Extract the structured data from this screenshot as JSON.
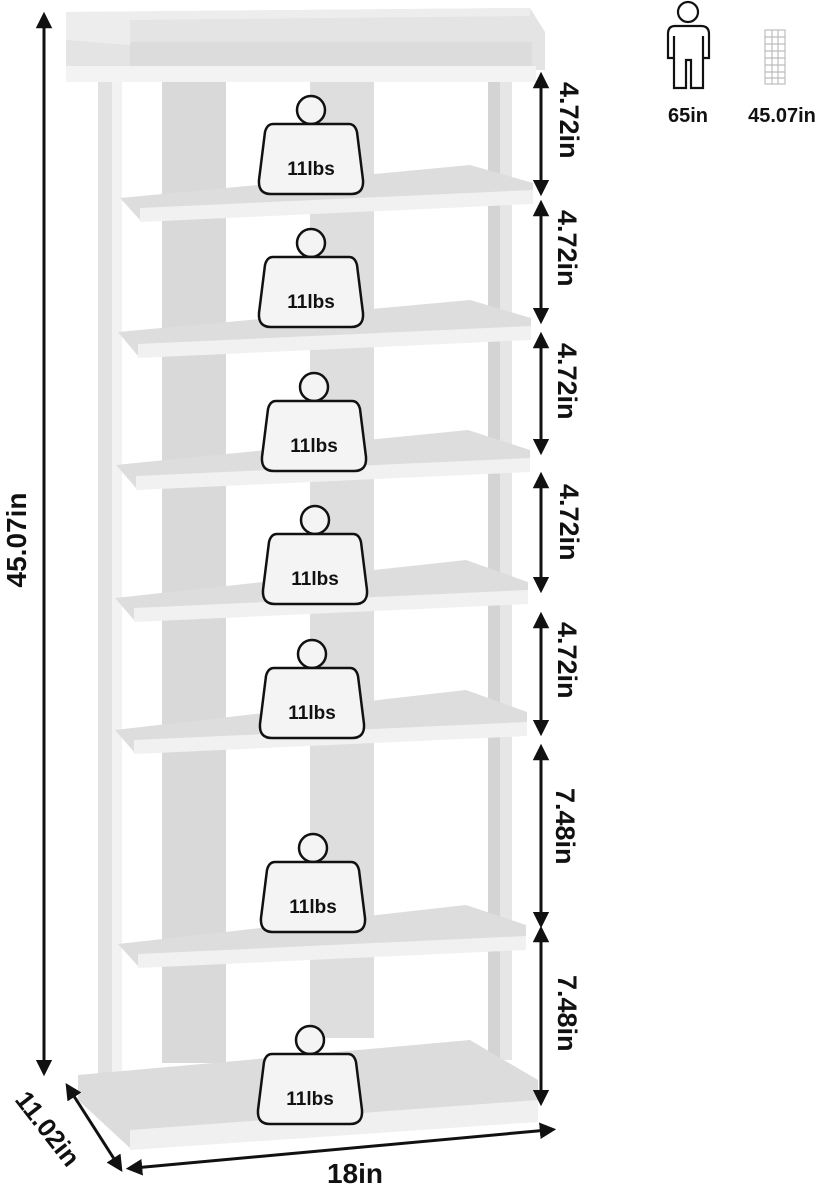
{
  "diagram": {
    "type": "product-dimension-diagram",
    "subject": "8-tier shoe rack",
    "colors": {
      "background": "#ffffff",
      "shelf_top": "#dcdcdc",
      "shelf_front": "#efefef",
      "post": "#e9e9e9",
      "back_panel": "#d6d6d6",
      "annotation": "#111111",
      "weight_fill": "#f4f4f4"
    },
    "overall_height": "45.07in",
    "width": "18in",
    "depth": "11.02in",
    "tier_gaps": [
      {
        "label": "4.72in"
      },
      {
        "label": "4.72in"
      },
      {
        "label": "4.72in"
      },
      {
        "label": "4.72in"
      },
      {
        "label": "4.72in"
      },
      {
        "label": "7.48in"
      },
      {
        "label": "7.48in"
      }
    ],
    "weights": [
      {
        "label": "11lbs"
      },
      {
        "label": "11lbs"
      },
      {
        "label": "11lbs"
      },
      {
        "label": "11lbs"
      },
      {
        "label": "11lbs"
      },
      {
        "label": "11lbs"
      },
      {
        "label": "11lbs"
      }
    ],
    "scale_comparison": {
      "person": {
        "icon": "person-icon",
        "label": "65in"
      },
      "rack": {
        "icon": "rack-icon",
        "label": "45.07in"
      }
    }
  }
}
